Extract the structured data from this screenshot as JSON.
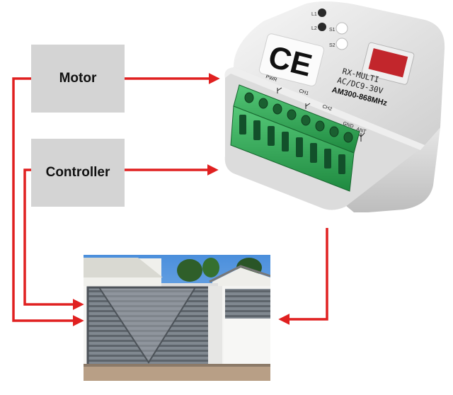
{
  "boxes": {
    "motor": "Motor",
    "controller": "Controller"
  },
  "receiver": {
    "ce_mark": "CE",
    "model": "RX-MULTI",
    "voltage": "AC/DC9-30V",
    "frequency": "AM300-868MHz",
    "label_l1": "L1",
    "label_l2": "L2",
    "label_s1": "S1",
    "label_s2": "S2",
    "label_pwr": "PWR",
    "label_ch1": "CH1",
    "label_ch2": "CH2",
    "label_gnd": "GND",
    "label_ant": "ANT"
  },
  "colors": {
    "arrow": "#e02020",
    "box_fill": "#d4d4d4",
    "terminal_green": "#2fae57",
    "device_body": "#ececec",
    "gate": "#7f8790"
  },
  "icons": [
    "ce-mark-icon",
    "antenna-icon",
    "ground-icon",
    "relay-switch-icon"
  ]
}
